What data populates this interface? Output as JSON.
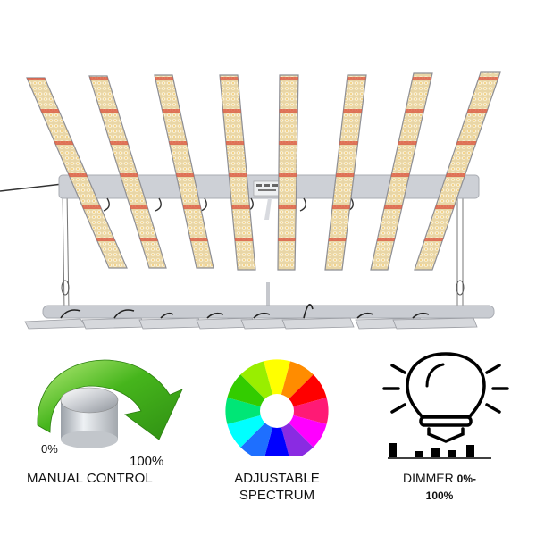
{
  "product": {
    "name": "LED grow light bar fixture",
    "bar_count": 8,
    "colors": {
      "led_warm": "#f2d28a",
      "led_white": "#fbf3dc",
      "led_red": "#d9503a",
      "frame": "#b9bcc3",
      "bar_outline": "#8e8f95",
      "wire": "#333333"
    }
  },
  "features": {
    "manual_control": {
      "min_label": "0%",
      "max_label": "100%",
      "title": "MANUAL CONTROL",
      "arrow_color": "#3fae1f"
    },
    "spectrum": {
      "line1": "ADJUSTABLE",
      "line2": "SPECTRUM",
      "wheel_colors": [
        "#ffff00",
        "#ff8c00",
        "#ff0000",
        "#ff1a75",
        "#ff00ff",
        "#8a2be2",
        "#0000ff",
        "#1e6fff",
        "#00ffff",
        "#00e676",
        "#33cc00",
        "#99ee00"
      ]
    },
    "dimmer": {
      "title": "DIMMER",
      "range_start": "0%-",
      "range_end": "100%"
    }
  }
}
